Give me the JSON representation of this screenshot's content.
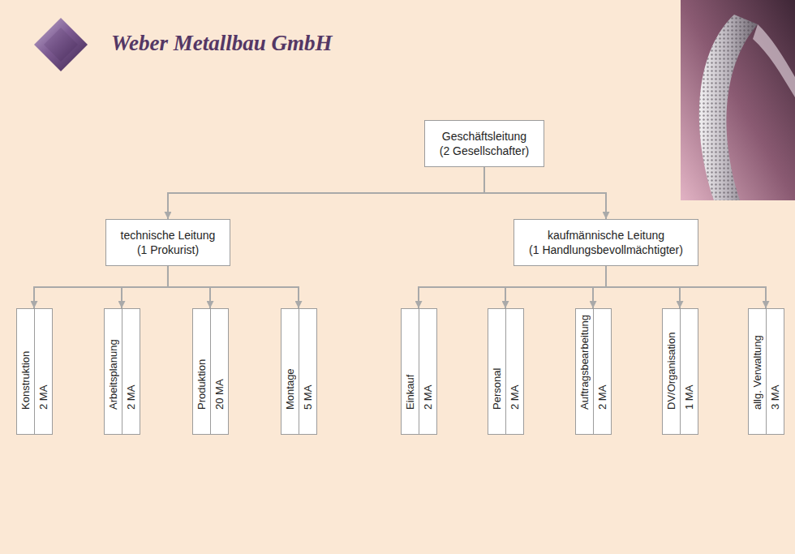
{
  "diagram": {
    "title": "Weber Metallbau GmbH",
    "nodes": [
      {
        "text": [
          "Geschäftsleitung",
          "(2 Gesellschafter)"
        ]
      },
      {
        "text": [
          "technische Leitung",
          "(1 Prokurist)"
        ]
      },
      {
        "text": [
          "kaufmännische Leitung",
          "(1 Handlungsbevollmächtigter)"
        ]
      },
      {
        "text": [
          "Konstruktion",
          "2 MA"
        ]
      },
      {
        "text": [
          "Arbeitsplanung",
          "2 MA"
        ]
      },
      {
        "text": [
          "Produktion",
          "20 MA"
        ]
      },
      {
        "text": [
          "Montage",
          "5 MA"
        ]
      },
      {
        "text": [
          "Einkauf",
          "2 MA"
        ]
      },
      {
        "text": [
          "Personal",
          "2 MA"
        ]
      },
      {
        "text": [
          "Auftragsbearbeitung",
          "2 MA"
        ]
      },
      {
        "text": [
          "DV/Organisation",
          "1 MA"
        ]
      },
      {
        "text": [
          "allg. Verwaltung",
          "3 MA"
        ]
      }
    ],
    "edges": [
      {
        "from": 0,
        "to": 1,
        "arrow": "to"
      },
      {
        "from": 0,
        "to": 2,
        "arrow": "to"
      },
      {
        "from": 1,
        "to": 3,
        "arrow": "to"
      },
      {
        "from": 1,
        "to": 4,
        "arrow": "to"
      },
      {
        "from": 1,
        "to": 5,
        "arrow": "to"
      },
      {
        "from": 1,
        "to": 6,
        "arrow": "to"
      },
      {
        "from": 2,
        "to": 7,
        "arrow": "to"
      },
      {
        "from": 2,
        "to": 8,
        "arrow": "to"
      },
      {
        "from": 2,
        "to": 9,
        "arrow": "to"
      },
      {
        "from": 2,
        "to": 10,
        "arrow": "to"
      },
      {
        "from": 2,
        "to": 11,
        "arrow": "to"
      }
    ]
  }
}
